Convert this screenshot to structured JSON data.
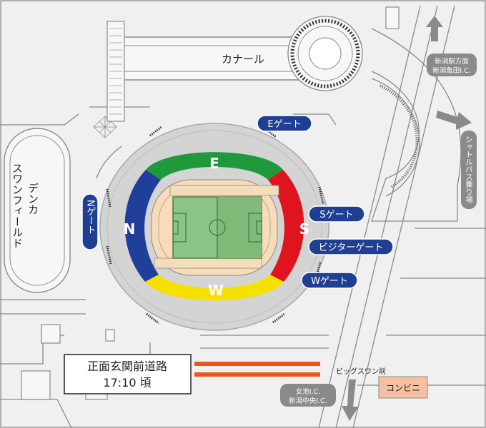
{
  "colors": {
    "background": "#f0f0f0",
    "bowl": "#d4d4d4",
    "bowl_edge": "#a8a8a8",
    "stand_e": "#1e9a3c",
    "stand_n": "#1f3f9a",
    "stand_s": "#e0141e",
    "stand_w": "#f5e000",
    "track": "#f6dcb8",
    "pitch": "#8bc585",
    "gate_badge": "#1f3f93",
    "road_highlight": "#e8571c",
    "arrow": "#8a8a8a",
    "convenience_store": "#f6c0a2"
  },
  "canal": {
    "label": "カナール"
  },
  "field": {
    "name_line1": "デンカ",
    "name_line2": "スワンフィールド"
  },
  "stands": {
    "east": "E",
    "north": "N",
    "south": "S",
    "west": "W"
  },
  "gates": {
    "east": "Eゲート",
    "north": "Nゲート",
    "south": "Sゲート",
    "visitor": "ビジターゲート",
    "west": "Wゲート"
  },
  "directions": {
    "north_line1": "新潟駅方面",
    "north_line2": "新潟亀田I.C.",
    "south_line1": "女池I.C.",
    "south_line2": "新潟中央I.C.",
    "shuttle": "シャトルバス乗り場"
  },
  "road": {
    "title": "正面玄関前道路",
    "time": "17:10 頃"
  },
  "bus_stop": "ビッグスワン前",
  "convenience_store": "コンビニ"
}
